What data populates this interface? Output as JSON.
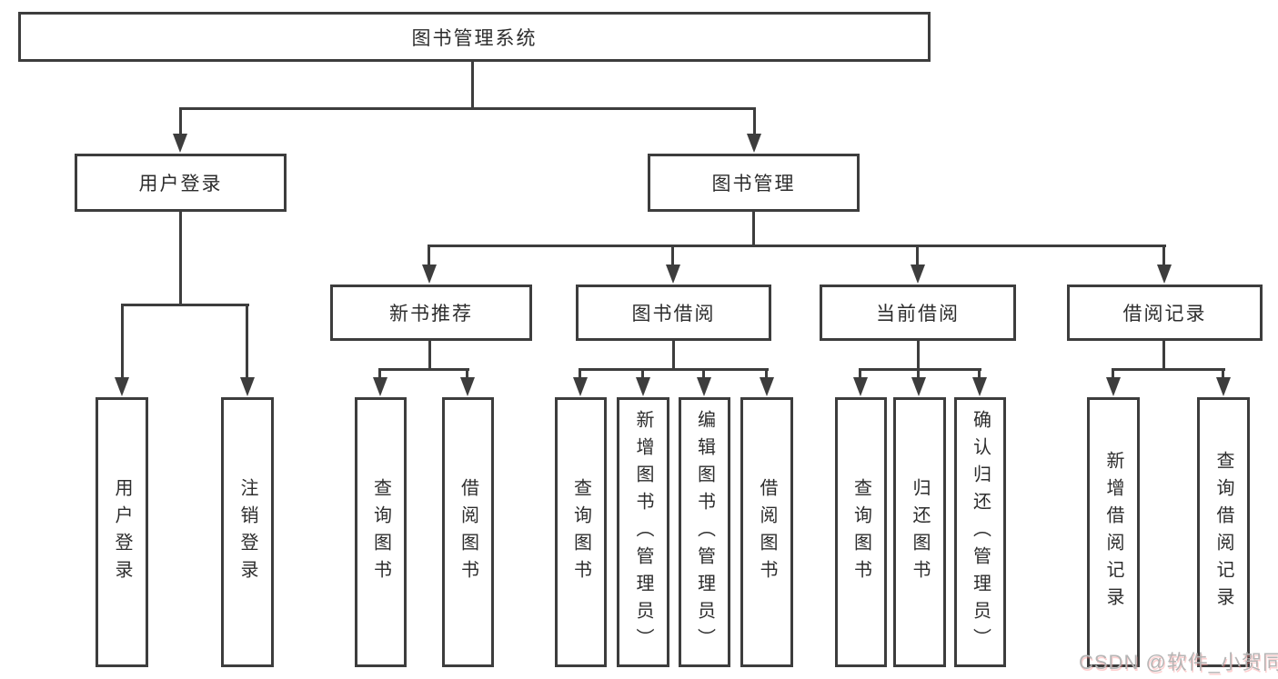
{
  "colors": {
    "line": "#3d3d3d",
    "text": "#2d2d2d",
    "background": "#ffffff",
    "watermark": "#b5b5b5"
  },
  "watermark": {
    "text": "CSDN @软件_小贺同学"
  },
  "tree": {
    "label": "图书管理系统",
    "children": [
      {
        "label": "用户登录",
        "children": [
          {
            "label": "用户登录"
          },
          {
            "label": "注销登录"
          }
        ]
      },
      {
        "label": "图书管理",
        "children": [
          {
            "label": "新书推荐",
            "children": [
              {
                "label": "查询图书"
              },
              {
                "label": "借阅图书"
              }
            ]
          },
          {
            "label": "图书借阅",
            "children": [
              {
                "label": "查询图书"
              },
              {
                "label": "新增图书（管理员）"
              },
              {
                "label": "编辑图书（管理员）"
              },
              {
                "label": "借阅图书"
              }
            ]
          },
          {
            "label": "当前借阅",
            "children": [
              {
                "label": "查询图书"
              },
              {
                "label": "归还图书"
              },
              {
                "label": "确认归还（管理员）"
              }
            ]
          },
          {
            "label": "借阅记录",
            "children": [
              {
                "label": "新增借阅记录"
              },
              {
                "label": "查询借阅记录"
              }
            ]
          }
        ]
      }
    ]
  }
}
